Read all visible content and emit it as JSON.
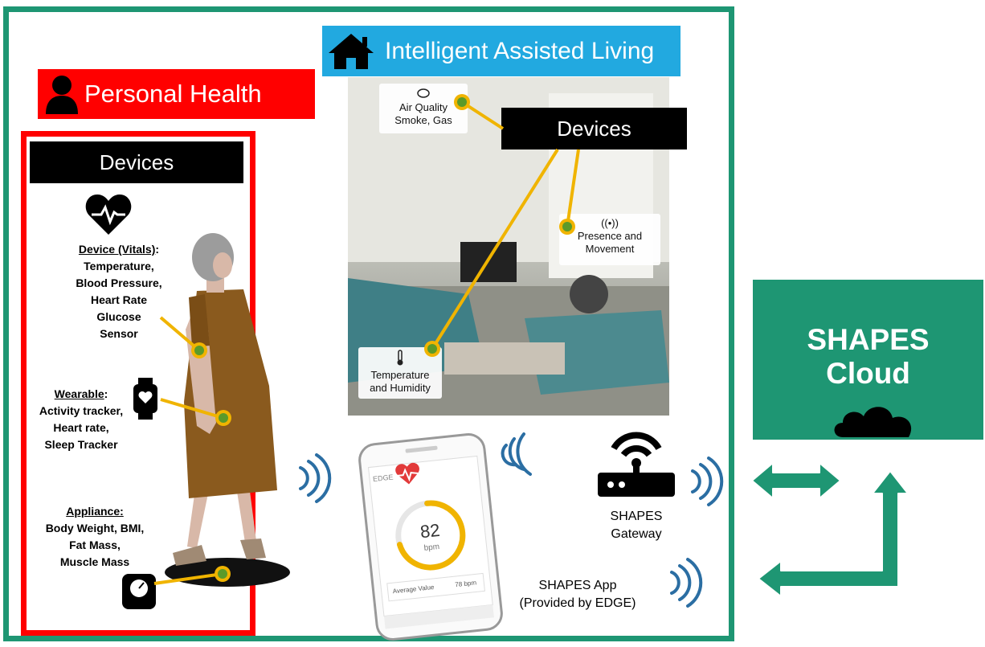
{
  "personal_health": {
    "banner_title": "Personal Health",
    "devices_label": "Devices",
    "vitals": {
      "heading": "Device (Vitals)",
      "heading_suffix": ":",
      "lines": [
        "Temperature,",
        "Blood Pressure,",
        "Heart Rate",
        "Glucose",
        "Sensor"
      ]
    },
    "wearable": {
      "heading": "Wearable",
      "heading_suffix": ":",
      "lines": [
        "Activity tracker,",
        "Heart rate,",
        "Sleep Tracker"
      ]
    },
    "appliance": {
      "heading": "Appliance:",
      "lines": [
        "Body Weight, BMI,",
        "Fat Mass,",
        "Muscle Mass"
      ]
    }
  },
  "assisted_living": {
    "banner_title": "Intelligent Assisted Living",
    "devices_label": "Devices",
    "air_quality": [
      "Air Quality",
      "Smoke, Gas"
    ],
    "presence": [
      "Presence and",
      "Movement"
    ],
    "temperature": [
      "Temperature",
      "and Humidity"
    ]
  },
  "phone": {
    "brand": "EDGE",
    "bpm_value": "82",
    "bpm_unit": "bpm",
    "avg_label": "Average Value",
    "avg_value": "78 bpm",
    "gauge_fraction": 0.72
  },
  "app_caption": [
    "SHAPES App",
    "(Provided by EDGE)"
  ],
  "gateway_caption": [
    "SHAPES",
    "Gateway"
  ],
  "cloud": {
    "line1": "SHAPES",
    "line2": "Cloud"
  },
  "colors": {
    "frame": "#1e9673",
    "personal_red": "#ff0000",
    "living_blue": "#22a9e0",
    "connector_yellow": "#f0b400",
    "connector_dot": "#5a9a2a",
    "wave_blue": "#2b6ea3"
  }
}
